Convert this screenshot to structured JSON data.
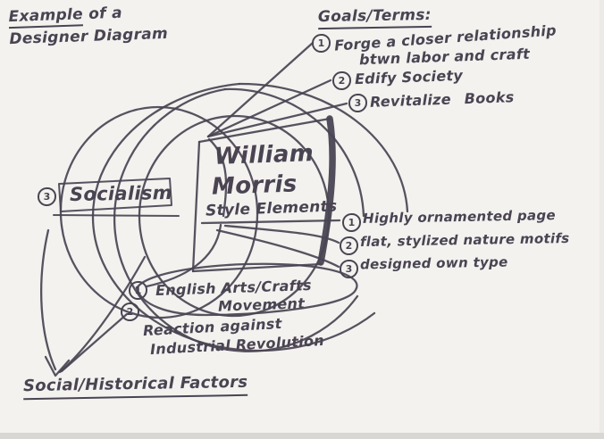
{
  "colors": {
    "ink": "#4a4452",
    "paper": "#f3f2ef"
  },
  "title": {
    "word1": "Example",
    "rest": " of a",
    "line2": "Designer Diagram"
  },
  "goals": {
    "heading": "Goals/Terms:",
    "items": [
      {
        "num": "1",
        "text": "Forge a closer relationship",
        "text2": "btwn labor and craft"
      },
      {
        "num": "2",
        "text": "Edify Society"
      },
      {
        "num": "3",
        "text": "Revitalize Books"
      }
    ]
  },
  "center": {
    "name_line1": "William",
    "name_line2": "Morris",
    "style_heading": "Style Elements"
  },
  "style_elements": [
    {
      "num": "1",
      "text": "Highly ornamented page"
    },
    {
      "num": "2",
      "text": "flat, stylized nature motifs"
    },
    {
      "num": "3",
      "text": "designed own type"
    }
  ],
  "factors": {
    "heading": "Social/Historical Factors",
    "socialism": {
      "num": "3",
      "label": "Socialism"
    },
    "arts_crafts": {
      "num": "1",
      "line1": "English Arts/Crafts",
      "line2": "Movement"
    },
    "reaction": {
      "num": "2",
      "line1": "Reaction against",
      "line2": "Industrial Revolution"
    }
  }
}
